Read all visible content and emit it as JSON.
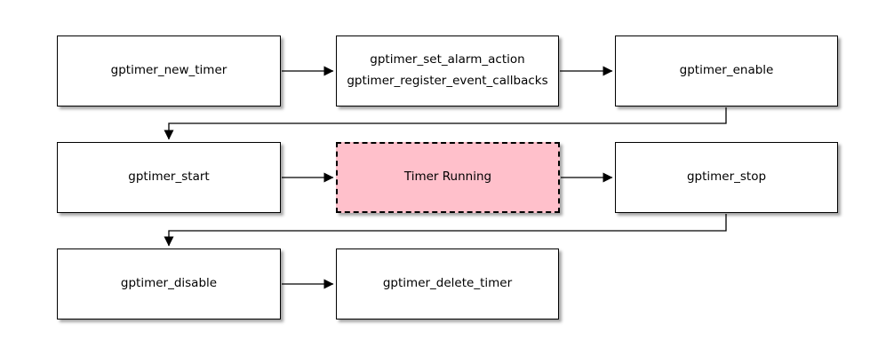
{
  "diagram": {
    "colors": {
      "box_fill": "#ffffff",
      "box_border": "#000000",
      "highlight_fill": "#ffc0cb",
      "connector": "#000000",
      "background": "#ffffff"
    },
    "nodes": [
      {
        "id": "gptimer_new_timer",
        "label": "gptimer_new_timer",
        "type": "process"
      },
      {
        "id": "gptimer_config",
        "label": "gptimer_set_alarm_action",
        "label2": "gptimer_register_event_callbacks",
        "type": "process"
      },
      {
        "id": "gptimer_enable",
        "label": "gptimer_enable",
        "type": "process"
      },
      {
        "id": "gptimer_start",
        "label": "gptimer_start",
        "type": "process"
      },
      {
        "id": "timer_running",
        "label": "Timer Running",
        "type": "highlighted-state"
      },
      {
        "id": "gptimer_stop",
        "label": "gptimer_stop",
        "type": "process"
      },
      {
        "id": "gptimer_disable",
        "label": "gptimer_disable",
        "type": "process"
      },
      {
        "id": "gptimer_delete_timer",
        "label": "gptimer_delete_timer",
        "type": "process"
      }
    ],
    "edges": [
      {
        "from": "gptimer_new_timer",
        "to": "gptimer_config"
      },
      {
        "from": "gptimer_config",
        "to": "gptimer_enable"
      },
      {
        "from": "gptimer_enable",
        "to": "gptimer_start"
      },
      {
        "from": "gptimer_start",
        "to": "timer_running"
      },
      {
        "from": "timer_running",
        "to": "gptimer_stop"
      },
      {
        "from": "gptimer_stop",
        "to": "gptimer_disable"
      },
      {
        "from": "gptimer_disable",
        "to": "gptimer_delete_timer"
      }
    ]
  }
}
